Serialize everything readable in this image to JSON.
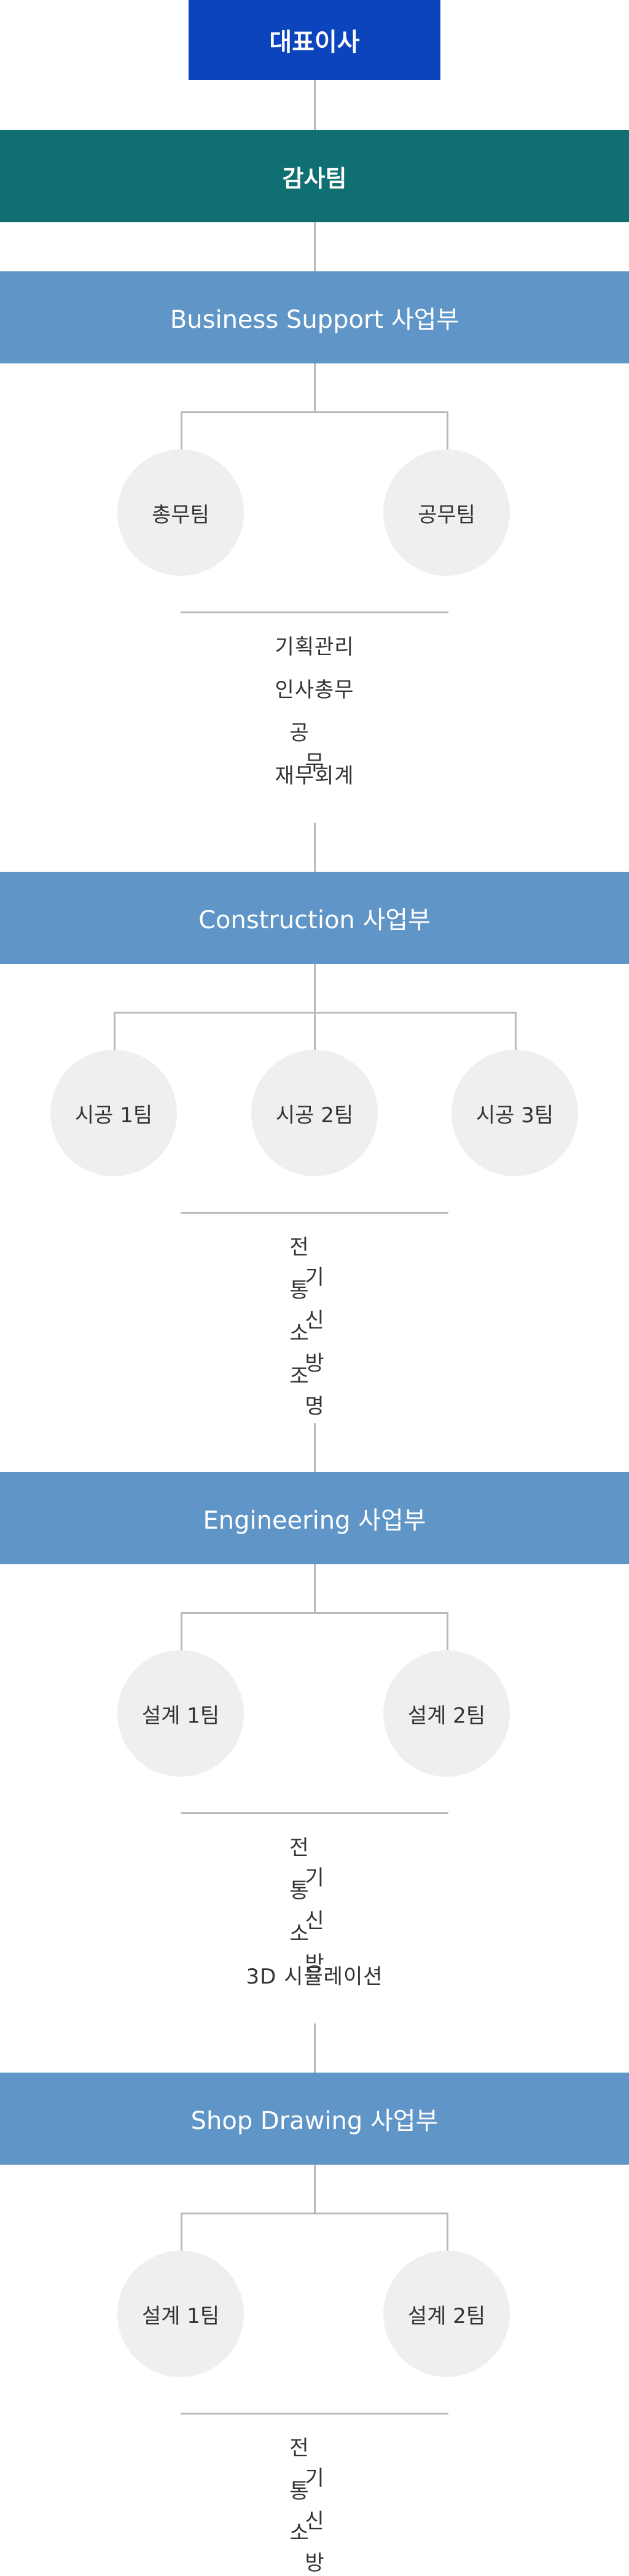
{
  "ceo": "대표이사",
  "audit": "감사팀",
  "divisions": [
    {
      "name": "Business Support 사업부",
      "teams": [
        "총무팀",
        "공무팀"
      ],
      "duties": [
        "기획관리",
        "인사총무",
        "공 무",
        "재무회계"
      ]
    },
    {
      "name": "Construction 사업부",
      "teams": [
        "시공 1팀",
        "시공 2팀",
        "시공 3팀"
      ],
      "duties": [
        "전 기",
        "통 신",
        "소 방",
        "조 명"
      ]
    },
    {
      "name": "Engineering 사업부",
      "teams": [
        "설계 1팀",
        "설계 2팀"
      ],
      "duties": [
        "전 기",
        "통 신",
        "소 방",
        "3D 시뮬레이션"
      ]
    },
    {
      "name": "Shop Drawing 사업부",
      "teams": [
        "설계 1팀",
        "설계 2팀"
      ],
      "duties": [
        "전 기",
        "통 신",
        "소 방"
      ]
    }
  ]
}
